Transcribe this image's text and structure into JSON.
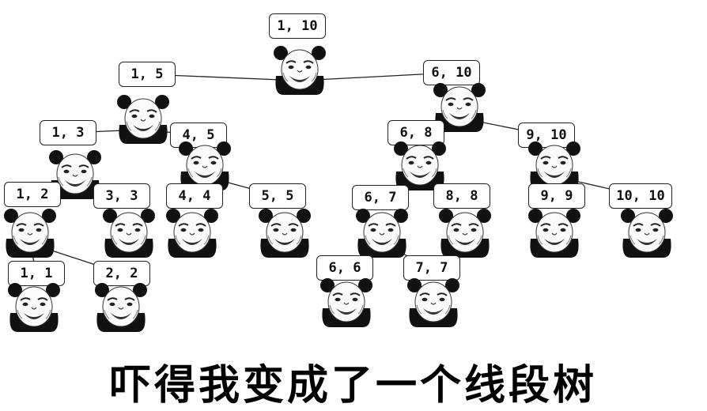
{
  "tree": {
    "nodes": [
      {
        "id": "n1_10",
        "label": "1, 10"
      },
      {
        "id": "n1_5",
        "label": "1, 5"
      },
      {
        "id": "n6_10",
        "label": "6, 10"
      },
      {
        "id": "n1_3",
        "label": "1, 3"
      },
      {
        "id": "n4_5",
        "label": "4, 5"
      },
      {
        "id": "n6_8",
        "label": "6, 8"
      },
      {
        "id": "n9_10",
        "label": "9, 10"
      },
      {
        "id": "n1_2",
        "label": "1, 2"
      },
      {
        "id": "n3_3",
        "label": "3, 3"
      },
      {
        "id": "n4_4",
        "label": "4, 4"
      },
      {
        "id": "n5_5",
        "label": "5, 5"
      },
      {
        "id": "n6_7",
        "label": "6, 7"
      },
      {
        "id": "n8_8",
        "label": "8, 8"
      },
      {
        "id": "n9_9",
        "label": "9, 9"
      },
      {
        "id": "n10_10",
        "label": "10, 10"
      },
      {
        "id": "n1_1",
        "label": "1, 1"
      },
      {
        "id": "n2_2",
        "label": "2, 2"
      },
      {
        "id": "n6_6",
        "label": "6, 6"
      },
      {
        "id": "n7_7",
        "label": "7, 7"
      }
    ],
    "edges": [
      [
        "n1_10",
        "n1_5"
      ],
      [
        "n1_10",
        "n6_10"
      ],
      [
        "n1_5",
        "n1_3"
      ],
      [
        "n1_5",
        "n4_5"
      ],
      [
        "n6_10",
        "n6_8"
      ],
      [
        "n6_10",
        "n9_10"
      ],
      [
        "n1_3",
        "n1_2"
      ],
      [
        "n1_3",
        "n3_3"
      ],
      [
        "n4_5",
        "n4_4"
      ],
      [
        "n4_5",
        "n5_5"
      ],
      [
        "n6_8",
        "n6_7"
      ],
      [
        "n6_8",
        "n8_8"
      ],
      [
        "n9_10",
        "n9_9"
      ],
      [
        "n9_10",
        "n10_10"
      ],
      [
        "n1_2",
        "n1_1"
      ],
      [
        "n1_2",
        "n2_2"
      ],
      [
        "n6_7",
        "n6_6"
      ],
      [
        "n6_7",
        "n7_7"
      ]
    ],
    "node_icon": "panda-meme-face-icon"
  },
  "caption": "吓得我变成了一个线段树"
}
